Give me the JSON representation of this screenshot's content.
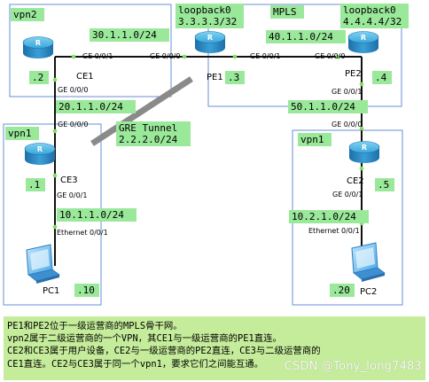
{
  "zones": {
    "vpn2": "vpn2",
    "mpls": "MPLS",
    "vpn1_left": "vpn1",
    "vpn1_right": "vpn1"
  },
  "devices": {
    "ce1": {
      "name": "CE1",
      "host_id": ".2"
    },
    "pe1": {
      "name": "PE1",
      "host_id": ".3",
      "loopback_name": "loopback0",
      "loopback_ip": "3.3.3.3/32"
    },
    "pe2": {
      "name": "PE2",
      "host_id": ".4",
      "loopback_name": "loopback0",
      "loopback_ip": "4.4.4.4/32"
    },
    "ce3": {
      "name": "CE3",
      "host_id": ".1"
    },
    "ce2": {
      "name": "CE2",
      "host_id": ".5"
    },
    "pc1": {
      "name": "PC1",
      "host_id": ".10"
    },
    "pc2": {
      "name": "PC2",
      "host_id": ".20"
    }
  },
  "subnets": {
    "ce1_pe1": "30.1.1.0/24",
    "pe1_pe2": "40.1.1.0/24",
    "ce1_ce3": "20.1.1.0/24",
    "pe2_ce2": "50.1.1.0/24",
    "ce3_pc1": "10.1.1.0/24",
    "ce2_pc2": "10.2.1.0/24"
  },
  "tunnel": {
    "name": "GRE Tunnel",
    "subnet": "2.2.2.0/24"
  },
  "ports": {
    "ce1_to_pe1": "GE 0/0/1",
    "pe1_to_ce1": "GE 0/0/0",
    "pe1_to_pe2": "GE 0/0/1",
    "pe2_to_pe1": "GE 0/0/0",
    "ce1_down": "GE 0/0/0",
    "ce3_up": "GE 0/0/0",
    "ce3_down": "GE 0/0/1",
    "pc1_eth": "Ethernet 0/0/1",
    "pe2_down": "GE 0/0/1",
    "ce2_up": "GE 0/0/0",
    "ce2_down": "GE 0/0/1",
    "pc2_eth": "Ethernet 0/0/1"
  },
  "description": [
    "PE1和PE2位于一级运营商的MPLS骨干网。",
    "vpn2属于二级运营商的一个VPN，其CE1与一级运营商的PE1直连。",
    "CE2和CE3属于用户设备，CE2与一级运营商的PE2直连，CE3与二级运营商的",
    "CE1直连。CE2与CE3属于同一个vpn1，要求它们之间能互通。"
  ],
  "watermark": "CSDN @Tony_long7483",
  "colors": {
    "label_bg": "#9ae89a",
    "zone_border": "#6a8fd4",
    "router_body": "#2f93c9",
    "link": "#111111",
    "tunnel": "#8a8a8a",
    "port_dot": "#7ee05a",
    "desc_bg": "#c5ec9a"
  }
}
